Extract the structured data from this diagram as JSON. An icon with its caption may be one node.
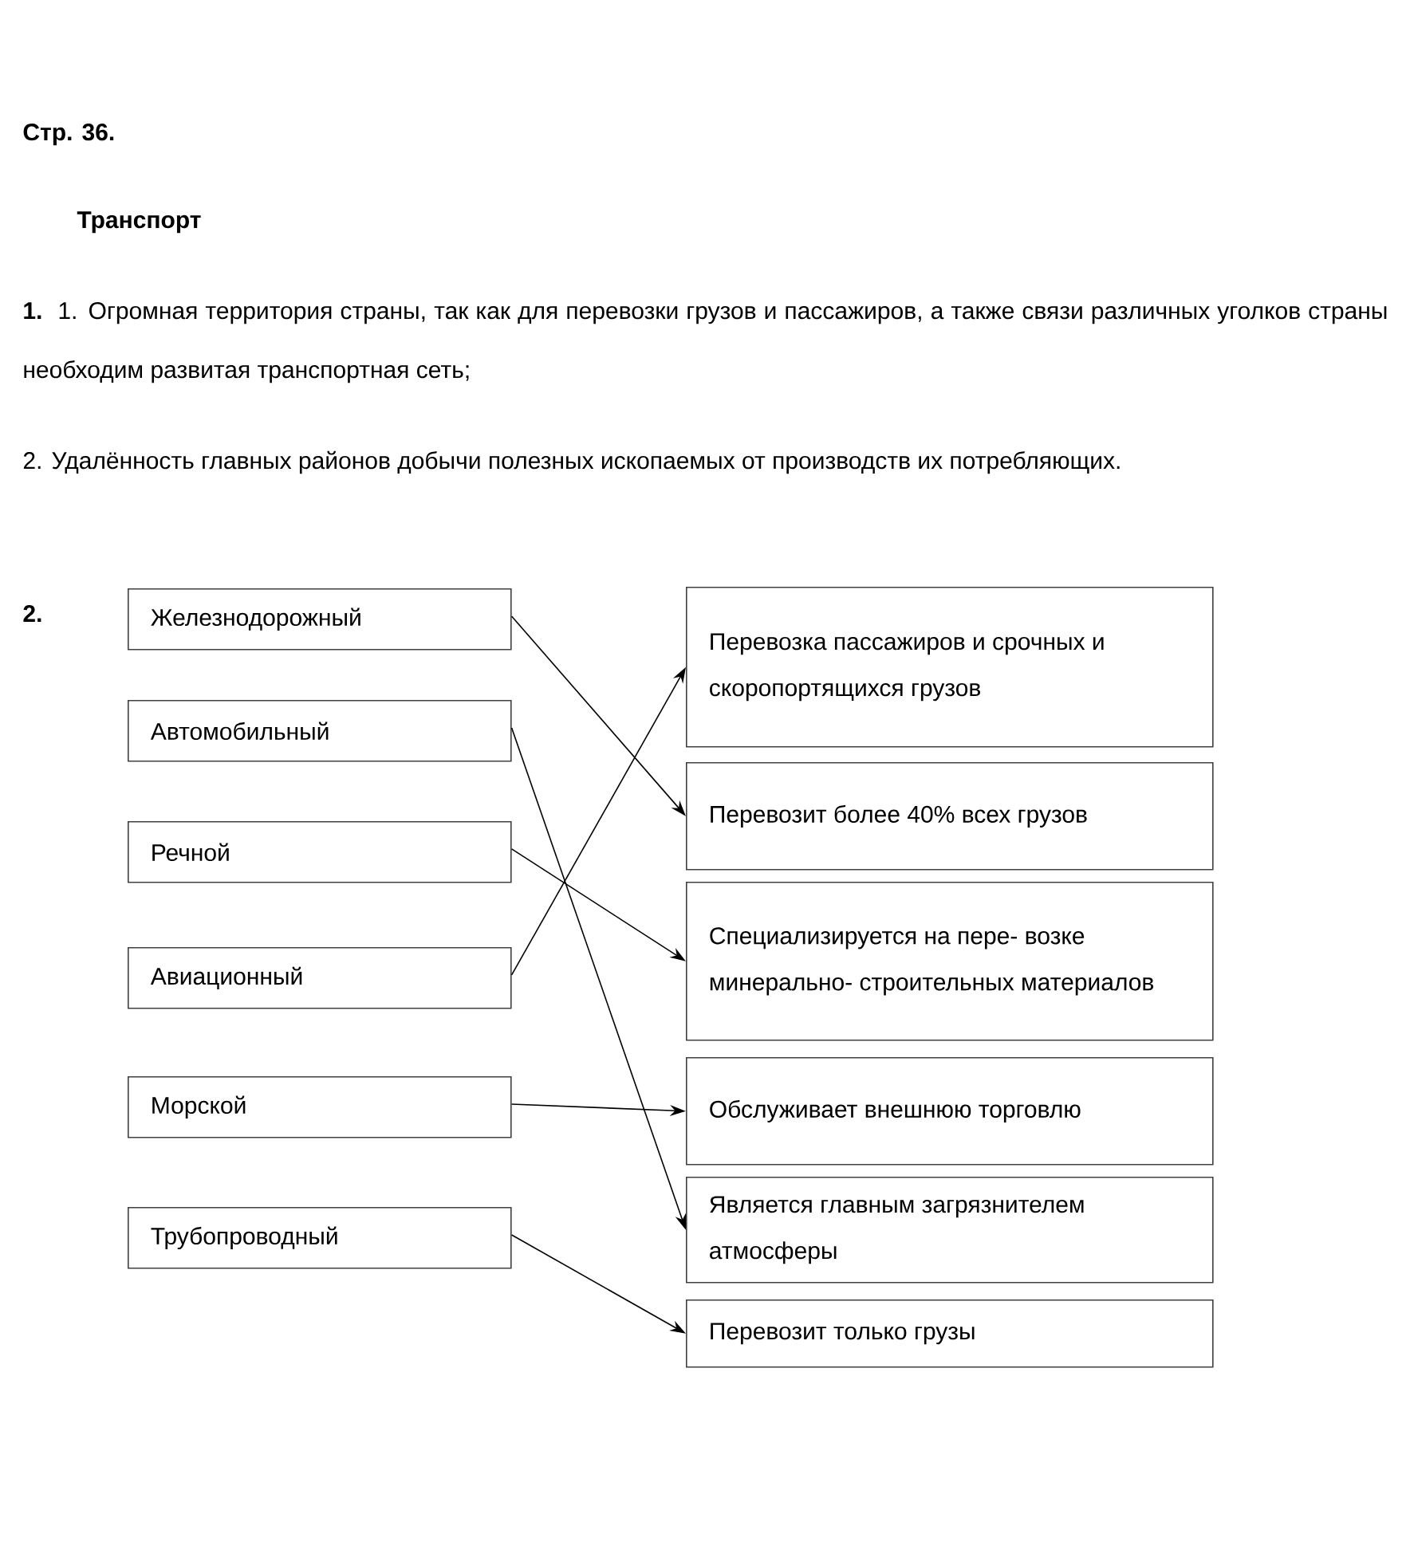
{
  "diagram": {
    "title": "Транспорт",
    "nodes": [
      {
        "text": [
          "Железнодорожный"
        ]
      },
      {
        "text": [
          "Автомобильный"
        ]
      },
      {
        "text": [
          "Речной"
        ]
      },
      {
        "text": [
          "Авиационный"
        ]
      },
      {
        "text": [
          "Морской"
        ]
      },
      {
        "text": [
          "Трубопроводный"
        ]
      },
      {
        "text": [
          "Перевозка пассажиров и срочных и скоропортящихся грузов"
        ]
      },
      {
        "text": [
          "Перевозит более 40% всех грузов"
        ]
      },
      {
        "text": [
          "Специализируется на пере- возке минерально- строительных материалов"
        ]
      },
      {
        "text": [
          "Обслуживает внешнюю торговлю"
        ]
      },
      {
        "text": [
          "Является главным загрязнителем атмосферы"
        ]
      },
      {
        "text": [
          "Перевозит только грузы"
        ]
      }
    ],
    "edges": [
      {
        "from": 0,
        "to": 7,
        "arrow": "to"
      },
      {
        "from": 1,
        "to": 10,
        "arrow": "to"
      },
      {
        "from": 2,
        "to": 8,
        "arrow": "to"
      },
      {
        "from": 3,
        "to": 6,
        "arrow": "to"
      },
      {
        "from": 4,
        "to": 9,
        "arrow": "to"
      },
      {
        "from": 5,
        "to": 11,
        "arrow": "to"
      }
    ],
    "labels": [
      "Стр. 36.",
      "1.",
      "1. Огромная территория страны, так как для перевозки грузов и пассажиров, а также связи различных уголков страны необходим развитая транспортная сеть;",
      "2. Удалённость главных районов добычи полезных ископаемых от производств их потребляющих.",
      "2."
    ]
  }
}
